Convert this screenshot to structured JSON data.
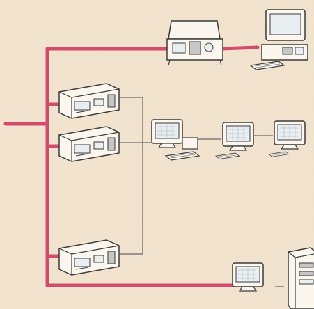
{
  "diagram": {
    "colors": {
      "background": "#f1e4cf",
      "bus": "#d24b6c",
      "line": "#6a6a6a",
      "device_fill": "#fbf6ee",
      "device_stroke": "#3b3b3b",
      "screen_fill": "#e9eef0"
    },
    "nodes": [
      {
        "id": "bus-input",
        "kind": "bus-endpoint"
      },
      {
        "id": "top-console-device",
        "kind": "console"
      },
      {
        "id": "top-right-workstation",
        "kind": "workstation"
      },
      {
        "id": "server-unit-1",
        "kind": "rack-unit"
      },
      {
        "id": "server-unit-2",
        "kind": "rack-unit"
      },
      {
        "id": "server-unit-3",
        "kind": "rack-unit"
      },
      {
        "id": "middle-workstation-1",
        "kind": "workstation"
      },
      {
        "id": "middle-monitor-2",
        "kind": "monitor"
      },
      {
        "id": "middle-monitor-3",
        "kind": "monitor"
      },
      {
        "id": "bottom-monitor",
        "kind": "monitor"
      },
      {
        "id": "bottom-tower",
        "kind": "tower"
      }
    ],
    "icons": [
      "rack-unit-icon",
      "console-icon",
      "workstation-icon",
      "monitor-icon",
      "tower-icon"
    ]
  }
}
